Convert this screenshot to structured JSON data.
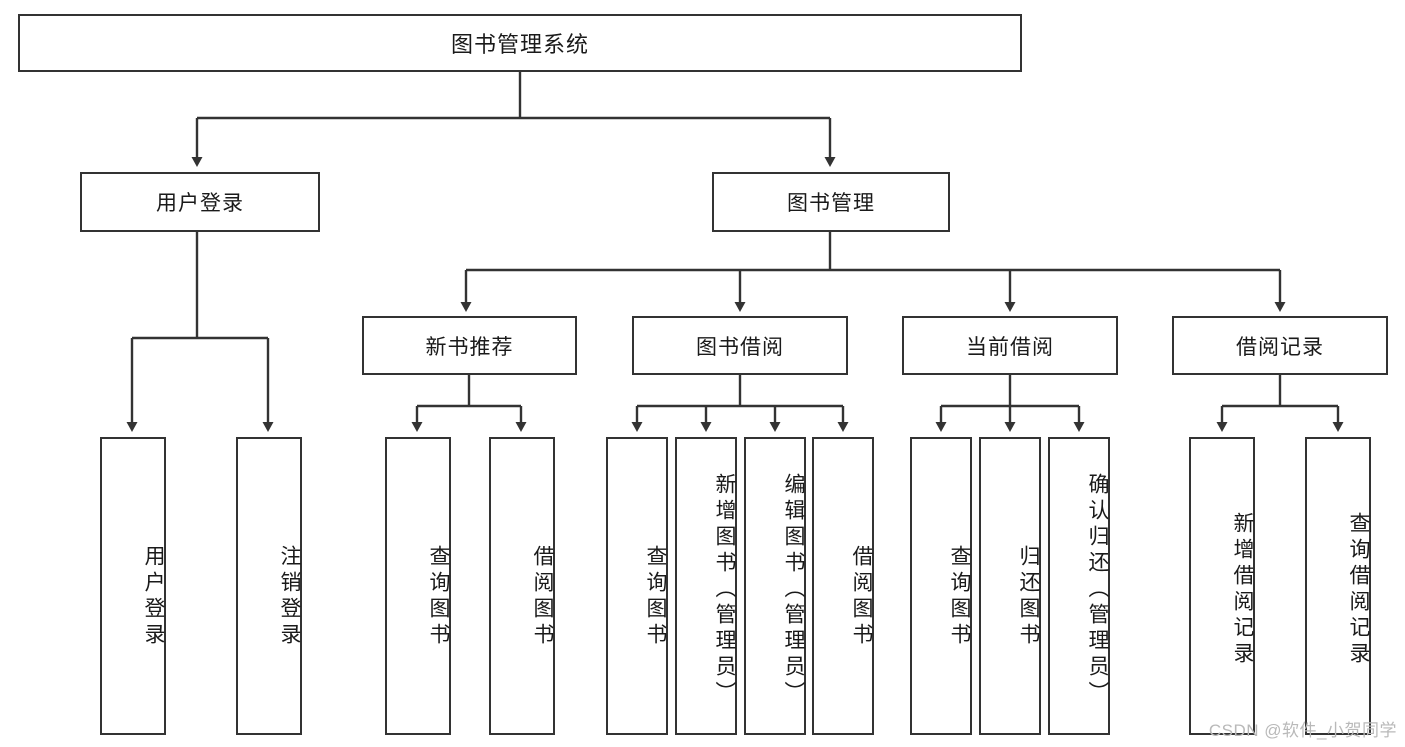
{
  "diagram": {
    "title": "图书管理系统",
    "type": "tree-hierarchy-diagram",
    "root": {
      "label": "图书管理系统"
    },
    "level2": [
      {
        "id": "user-login",
        "label": "用户登录"
      },
      {
        "id": "book-management",
        "label": "图书管理"
      }
    ],
    "level3": [
      {
        "id": "new-book-recommend",
        "label": "新书推荐"
      },
      {
        "id": "book-borrow",
        "label": "图书借阅"
      },
      {
        "id": "current-borrow",
        "label": "当前借阅"
      },
      {
        "id": "borrow-record",
        "label": "借阅记录"
      }
    ],
    "leaves": [
      {
        "id": "leaf-user-login",
        "label": "用户登录",
        "parent": "user-login"
      },
      {
        "id": "leaf-user-logout",
        "label": "注销登录",
        "parent": "user-login"
      },
      {
        "id": "leaf-query-book-1",
        "label": "查询图书",
        "parent": "new-book-recommend"
      },
      {
        "id": "leaf-borrow-book-1",
        "label": "借阅图书",
        "parent": "new-book-recommend"
      },
      {
        "id": "leaf-query-book-2",
        "label": "查询图书",
        "parent": "book-borrow"
      },
      {
        "id": "leaf-add-book",
        "label": "新增图书（管理员）",
        "parent": "book-borrow"
      },
      {
        "id": "leaf-edit-book",
        "label": "编辑图书（管理员）",
        "parent": "book-borrow"
      },
      {
        "id": "leaf-borrow-book-2",
        "label": "借阅图书",
        "parent": "book-borrow"
      },
      {
        "id": "leaf-query-book-3",
        "label": "查询图书",
        "parent": "current-borrow"
      },
      {
        "id": "leaf-return-book",
        "label": "归还图书",
        "parent": "current-borrow"
      },
      {
        "id": "leaf-confirm-return",
        "label": "确认归还（管理员）",
        "parent": "current-borrow"
      },
      {
        "id": "leaf-add-record",
        "label": "新增借阅记录",
        "parent": "borrow-record"
      },
      {
        "id": "leaf-query-record",
        "label": "查询借阅记录",
        "parent": "borrow-record"
      }
    ],
    "watermark": "CSDN @软件_小贺同学",
    "colors": {
      "stroke": "#333333",
      "background": "#ffffff",
      "text": "#1a1a1a",
      "watermark": "#b9b9b9"
    }
  }
}
